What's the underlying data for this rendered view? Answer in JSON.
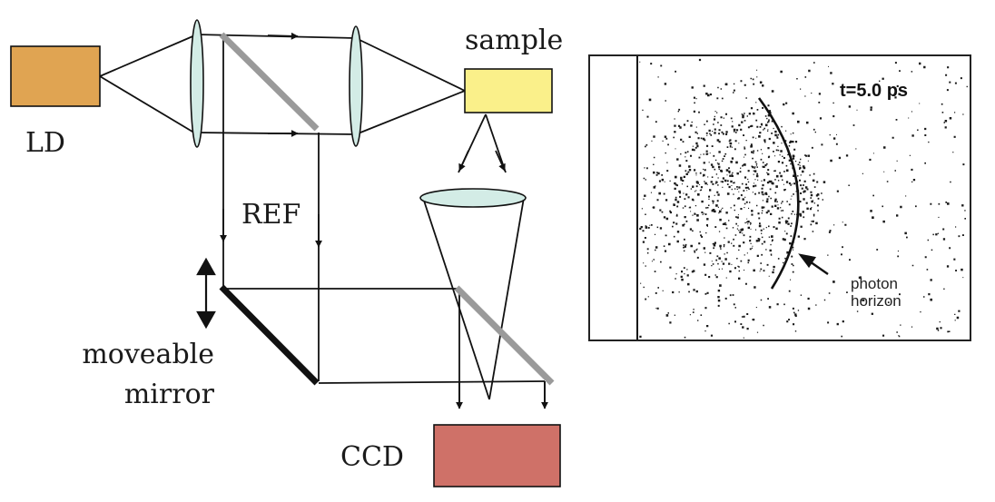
{
  "diagram": {
    "labels": {
      "ld": "LD",
      "sample": "sample",
      "ref": "REF",
      "moveable_mirror_line1": "moveable",
      "moveable_mirror_line2": "mirror",
      "ccd": "CCD"
    },
    "colors": {
      "ld_box": "#e0a452",
      "sample_box": "#faf08a",
      "ccd_box": "#cf7168",
      "lens_fill": "#d3ece6",
      "beamsplitter": "#9a9a9a",
      "mirror": "#111111",
      "line": "#111111"
    }
  },
  "image": {
    "time_label": "t=5.0 ps",
    "annotation_line1": "photon",
    "annotation_line2": "horizon"
  }
}
